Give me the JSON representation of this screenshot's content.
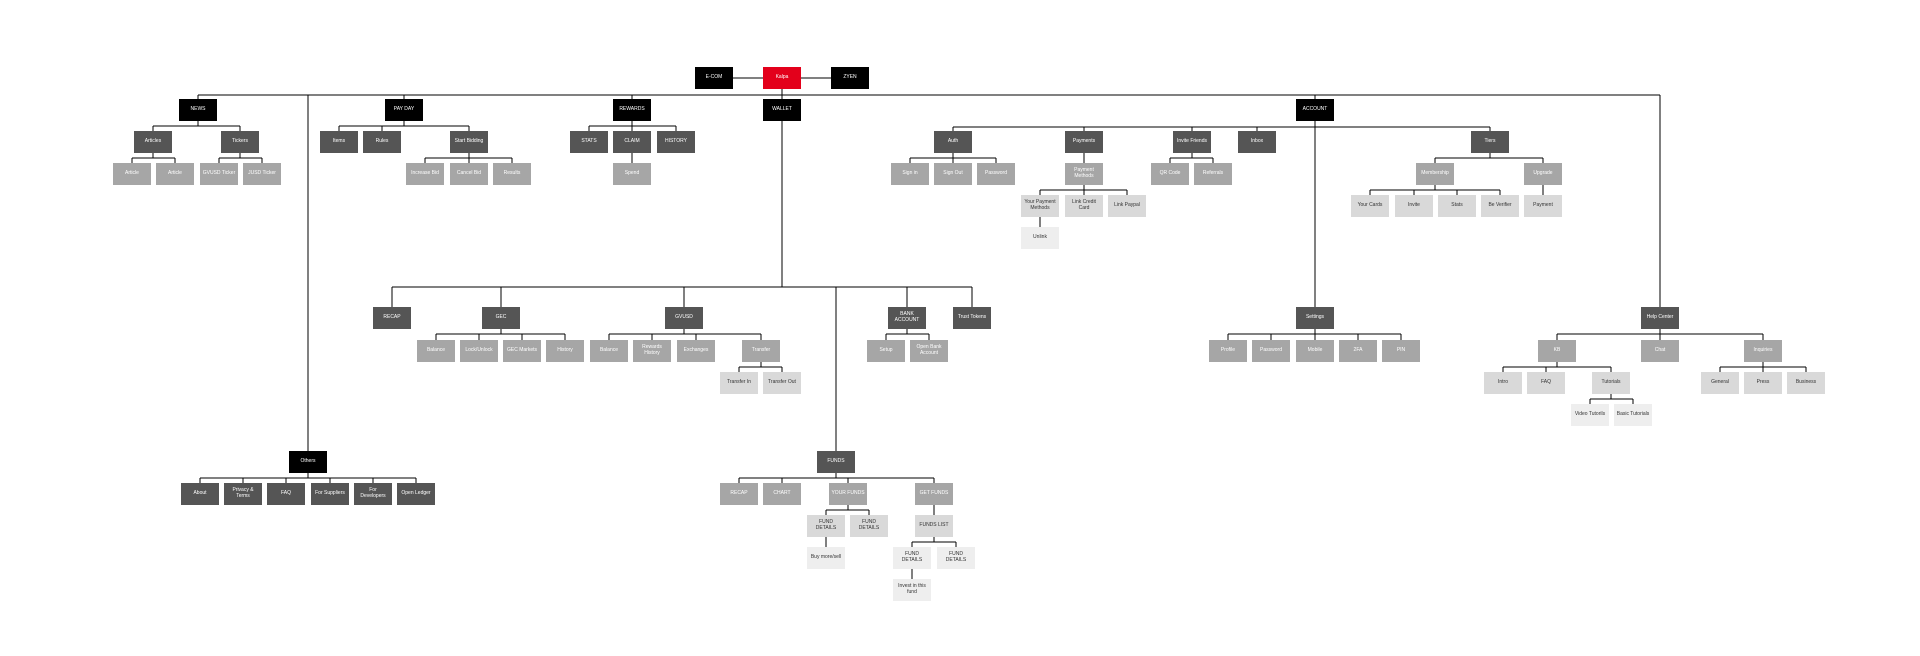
{
  "nodes": [
    {
      "id": "ecom",
      "label": "E-COM",
      "style": "black"
    },
    {
      "id": "kalpa",
      "label": "Kalpa",
      "style": "red"
    },
    {
      "id": "zyen",
      "label": "ZYEN",
      "style": "black"
    },
    {
      "id": "news",
      "label": "NEWS",
      "style": "black"
    },
    {
      "id": "articles",
      "label": "Articles",
      "style": "dark"
    },
    {
      "id": "tickers",
      "label": "Tickers",
      "style": "dark"
    },
    {
      "id": "article1",
      "label": "Article",
      "style": "mid"
    },
    {
      "id": "article2",
      "label": "Article",
      "style": "mid"
    },
    {
      "id": "gvusd",
      "label": "GVUSD Ticker",
      "style": "mid"
    },
    {
      "id": "jusd",
      "label": "JUSD Ticker",
      "style": "mid"
    },
    {
      "id": "payday",
      "label": "PAY DAY",
      "style": "black"
    },
    {
      "id": "items",
      "label": "Items",
      "style": "dark"
    },
    {
      "id": "rules",
      "label": "Rules",
      "style": "dark"
    },
    {
      "id": "startbid",
      "label": "Start Bidding",
      "style": "dark"
    },
    {
      "id": "increase",
      "label": "Increase Bid",
      "style": "mid"
    },
    {
      "id": "cancelbid",
      "label": "Cancel Bid",
      "style": "mid"
    },
    {
      "id": "results",
      "label": "Results",
      "style": "mid"
    },
    {
      "id": "rewards",
      "label": "REWARDS",
      "style": "black"
    },
    {
      "id": "stats",
      "label": "STATS",
      "style": "dark"
    },
    {
      "id": "claim",
      "label": "CLAIM",
      "style": "dark"
    },
    {
      "id": "history",
      "label": "HISTORY",
      "style": "dark"
    },
    {
      "id": "spend",
      "label": "Spend",
      "style": "mid"
    },
    {
      "id": "wallet",
      "label": "WALLET",
      "style": "black"
    },
    {
      "id": "account",
      "label": "ACCOUNT",
      "style": "black"
    },
    {
      "id": "auth",
      "label": "Auth",
      "style": "dark"
    },
    {
      "id": "signin",
      "label": "Sign in",
      "style": "mid"
    },
    {
      "id": "signout",
      "label": "Sign Out",
      "style": "mid"
    },
    {
      "id": "password1",
      "label": "Password",
      "style": "mid"
    },
    {
      "id": "payments",
      "label": "Payments",
      "style": "dark"
    },
    {
      "id": "paymethods",
      "label": "Payment\nMethods",
      "style": "mid"
    },
    {
      "id": "yourpay",
      "label": "Your Payment\nMethods",
      "style": "light"
    },
    {
      "id": "linkcc",
      "label": "Link Credit Card",
      "style": "light"
    },
    {
      "id": "linkpaypal",
      "label": "Link Paypal",
      "style": "light"
    },
    {
      "id": "unlink",
      "label": "Unlink",
      "style": "pale"
    },
    {
      "id": "invite",
      "label": "Invite Friends",
      "style": "dark"
    },
    {
      "id": "qrcode",
      "label": "QR Code",
      "style": "mid"
    },
    {
      "id": "referrals",
      "label": "Referrals",
      "style": "mid"
    },
    {
      "id": "inbox",
      "label": "Inbox",
      "style": "dark"
    },
    {
      "id": "tiers",
      "label": "Tiers",
      "style": "dark"
    },
    {
      "id": "membership",
      "label": "Membership",
      "style": "mid"
    },
    {
      "id": "upgrade",
      "label": "Upgrade",
      "style": "mid"
    },
    {
      "id": "yourcards",
      "label": "Your Cards",
      "style": "light"
    },
    {
      "id": "invite2",
      "label": "Invite",
      "style": "light"
    },
    {
      "id": "stats2",
      "label": "Stats",
      "style": "light"
    },
    {
      "id": "beverifier",
      "label": "Be Verifier",
      "style": "light"
    },
    {
      "id": "payment2",
      "label": "Payment",
      "style": "light"
    },
    {
      "id": "recap",
      "label": "RECAP",
      "style": "dark"
    },
    {
      "id": "gec",
      "label": "GEC",
      "style": "dark"
    },
    {
      "id": "balance1",
      "label": "Balance",
      "style": "mid"
    },
    {
      "id": "lockunlock",
      "label": "Lock/Unlock",
      "style": "mid"
    },
    {
      "id": "gecmarkets",
      "label": "GEC Markets",
      "style": "mid"
    },
    {
      "id": "history2",
      "label": "History",
      "style": "mid"
    },
    {
      "id": "gvusd2",
      "label": "GVUSD",
      "style": "dark"
    },
    {
      "id": "balance2",
      "label": "Balance",
      "style": "mid"
    },
    {
      "id": "rewhistory",
      "label": "Rewards History",
      "style": "mid"
    },
    {
      "id": "exchanges",
      "label": "Exchanges",
      "style": "mid"
    },
    {
      "id": "transfer",
      "label": "Transfer",
      "style": "mid"
    },
    {
      "id": "transferin",
      "label": "Transfer In",
      "style": "light"
    },
    {
      "id": "transferout",
      "label": "Transfer Out",
      "style": "light"
    },
    {
      "id": "bankacct",
      "label": "BANK\nACCOUNT",
      "style": "dark"
    },
    {
      "id": "setup",
      "label": "Setup",
      "style": "mid"
    },
    {
      "id": "openbank",
      "label": "Open Bank\nAccount",
      "style": "mid"
    },
    {
      "id": "trusttokens",
      "label": "Trust Tokens",
      "style": "dark"
    },
    {
      "id": "funds",
      "label": "FUNDS",
      "style": "dark"
    },
    {
      "id": "recap2",
      "label": "RECAP",
      "style": "mid"
    },
    {
      "id": "chart",
      "label": "CHART",
      "style": "mid"
    },
    {
      "id": "yourfunds",
      "label": "YOUR FUNDS",
      "style": "mid"
    },
    {
      "id": "getfunds",
      "label": "GET FUNDS",
      "style": "mid"
    },
    {
      "id": "funddet1",
      "label": "FUND DETAILS",
      "style": "light"
    },
    {
      "id": "funddet2",
      "label": "FUND DETAILS",
      "style": "light"
    },
    {
      "id": "buyresell",
      "label": "Buy more/sell",
      "style": "pale"
    },
    {
      "id": "fundslist",
      "label": "FUNDS LIST",
      "style": "light"
    },
    {
      "id": "funddet3",
      "label": "FUND DETAILS",
      "style": "pale"
    },
    {
      "id": "funddet4",
      "label": "FUND DETAILS",
      "style": "pale"
    },
    {
      "id": "invest",
      "label": "Invest in this\nfund",
      "style": "pale"
    },
    {
      "id": "settings",
      "label": "Settings",
      "style": "dark"
    },
    {
      "id": "profile",
      "label": "Profile",
      "style": "mid"
    },
    {
      "id": "password2",
      "label": "Password",
      "style": "mid"
    },
    {
      "id": "mobile",
      "label": "Mobile",
      "style": "mid"
    },
    {
      "id": "twofa",
      "label": "2FA",
      "style": "mid"
    },
    {
      "id": "pin",
      "label": "PIN",
      "style": "mid"
    },
    {
      "id": "helpcenter",
      "label": "Help Center",
      "style": "dark"
    },
    {
      "id": "kb",
      "label": "KB",
      "style": "mid"
    },
    {
      "id": "chat",
      "label": "Chat",
      "style": "mid"
    },
    {
      "id": "inquiries",
      "label": "Inquiries",
      "style": "mid"
    },
    {
      "id": "intro",
      "label": "Intro",
      "style": "light"
    },
    {
      "id": "faq2",
      "label": "FAQ",
      "style": "light"
    },
    {
      "id": "tutorials",
      "label": "Tutorials",
      "style": "light"
    },
    {
      "id": "videotut",
      "label": "Video Tutorils",
      "style": "pale"
    },
    {
      "id": "basictut",
      "label": "Basic Tutorials",
      "style": "pale"
    },
    {
      "id": "general",
      "label": "General",
      "style": "light"
    },
    {
      "id": "press",
      "label": "Press",
      "style": "light"
    },
    {
      "id": "business",
      "label": "Business",
      "style": "light"
    },
    {
      "id": "others",
      "label": "Others",
      "style": "black"
    },
    {
      "id": "about",
      "label": "About",
      "style": "dark"
    },
    {
      "id": "privacy",
      "label": "Privacy & Terms",
      "style": "dark"
    },
    {
      "id": "faq1",
      "label": "FAQ",
      "style": "dark"
    },
    {
      "id": "suppliers",
      "label": "For Suppliers",
      "style": "dark"
    },
    {
      "id": "developers",
      "label": "For Developers",
      "style": "dark"
    },
    {
      "id": "openledger",
      "label": "Open Ledger",
      "style": "dark"
    }
  ],
  "edges": [
    [
      "kalpa",
      [
        "news",
        "payday",
        "rewards",
        "wallet",
        "account",
        "others"
      ]
    ],
    [
      "news",
      [
        "articles",
        "tickers"
      ]
    ],
    [
      "articles",
      [
        "article1",
        "article2"
      ]
    ],
    [
      "tickers",
      [
        "gvusd",
        "jusd"
      ]
    ],
    [
      "payday",
      [
        "items",
        "rules",
        "startbid"
      ]
    ],
    [
      "startbid",
      [
        "increase",
        "cancelbid",
        "results"
      ]
    ],
    [
      "rewards",
      [
        "stats",
        "claim",
        "history"
      ]
    ],
    [
      "claim",
      [
        "spend"
      ]
    ],
    [
      "account",
      [
        "auth",
        "payments",
        "invite",
        "inbox",
        "tiers",
        "settings",
        "helpcenter"
      ]
    ],
    [
      "auth",
      [
        "signin",
        "signout",
        "password1"
      ]
    ],
    [
      "payments",
      [
        "paymethods"
      ]
    ],
    [
      "paymethods",
      [
        "yourpay",
        "linkcc",
        "linkpaypal"
      ]
    ],
    [
      "yourpay",
      [
        "unlink"
      ]
    ],
    [
      "invite",
      [
        "qrcode",
        "referrals"
      ]
    ],
    [
      "tiers",
      [
        "membership",
        "upgrade"
      ]
    ],
    [
      "membership",
      [
        "yourcards",
        "invite2",
        "stats2",
        "beverifier"
      ]
    ],
    [
      "upgrade",
      [
        "payment2"
      ]
    ],
    [
      "wallet",
      [
        "recap",
        "gec",
        "gvusd2",
        "bankacct",
        "trusttokens",
        "funds"
      ]
    ],
    [
      "gec",
      [
        "balance1",
        "lockunlock",
        "gecmarkets",
        "history2"
      ]
    ],
    [
      "gvusd2",
      [
        "balance2",
        "rewhistory",
        "exchanges",
        "transfer"
      ]
    ],
    [
      "transfer",
      [
        "transferin",
        "transferout"
      ]
    ],
    [
      "bankacct",
      [
        "setup",
        "openbank"
      ]
    ],
    [
      "funds",
      [
        "recap2",
        "chart",
        "yourfunds",
        "getfunds"
      ]
    ],
    [
      "yourfunds",
      [
        "funddet1",
        "funddet2"
      ]
    ],
    [
      "funddet1",
      [
        "buyresell"
      ]
    ],
    [
      "getfunds",
      [
        "fundslist"
      ]
    ],
    [
      "fundslist",
      [
        "funddet3",
        "funddet4"
      ]
    ],
    [
      "funddet3",
      [
        "invest"
      ]
    ],
    [
      "settings",
      [
        "profile",
        "password2",
        "mobile",
        "twofa",
        "pin"
      ]
    ],
    [
      "helpcenter",
      [
        "kb",
        "chat",
        "inquiries"
      ]
    ],
    [
      "kb",
      [
        "intro",
        "faq2",
        "tutorials"
      ]
    ],
    [
      "tutorials",
      [
        "videotut",
        "basictut"
      ]
    ],
    [
      "inquiries",
      [
        "general",
        "press",
        "business"
      ]
    ],
    [
      "others",
      [
        "about",
        "privacy",
        "faq1",
        "suppliers",
        "developers",
        "openledger"
      ]
    ]
  ],
  "colors": {
    "black": "#000000",
    "red": "#e3001b",
    "dark": "#555555",
    "mid": "#a6a6a6",
    "light": "#d9d9d9",
    "pale": "#eeeeee",
    "line": "#000000"
  }
}
